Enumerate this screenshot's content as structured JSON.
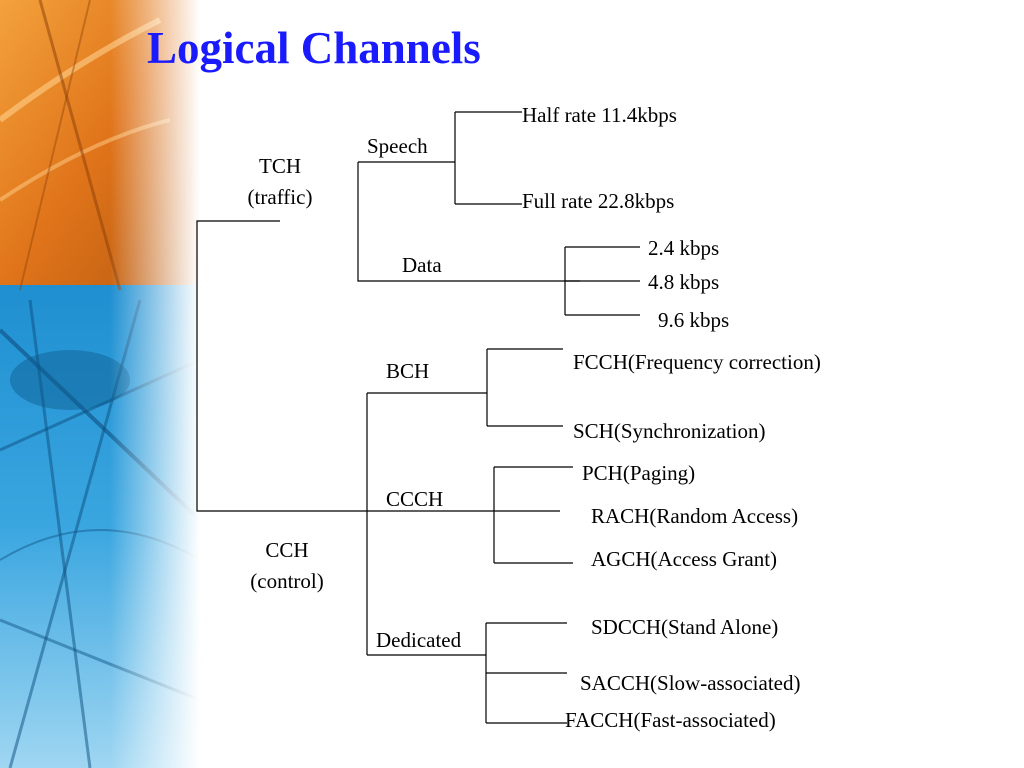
{
  "title": "Logical Channels",
  "colors": {
    "title": "#1a1aff",
    "lines": "#000000",
    "background": "#ffffff",
    "decor_orange": "#e8801e",
    "decor_blue": "#1f8fd1"
  },
  "tree": {
    "tch": {
      "line1": "TCH",
      "line2": "(traffic)"
    },
    "cch": {
      "line1": "CCH",
      "line2": "(control)"
    },
    "speech": "Speech",
    "data": "Data",
    "bch": "BCH",
    "ccch": "CCCH",
    "dedicated": "Dedicated",
    "leaves": {
      "half_rate": "Half rate 11.4kbps",
      "full_rate": "Full rate 22.8kbps",
      "d24": "2.4 kbps",
      "d48": "4.8 kbps",
      "d96": "9.6 kbps",
      "fcch": "FCCH(Frequency correction)",
      "sch": "SCH(Synchronization)",
      "pch": "PCH(Paging)",
      "rach": "RACH(Random Access)",
      "agch": "AGCH(Access Grant)",
      "sdcch": "SDCCH(Stand Alone)",
      "sacch": "SACCH(Slow-associated)",
      "facch": "FACCH(Fast-associated)"
    }
  }
}
